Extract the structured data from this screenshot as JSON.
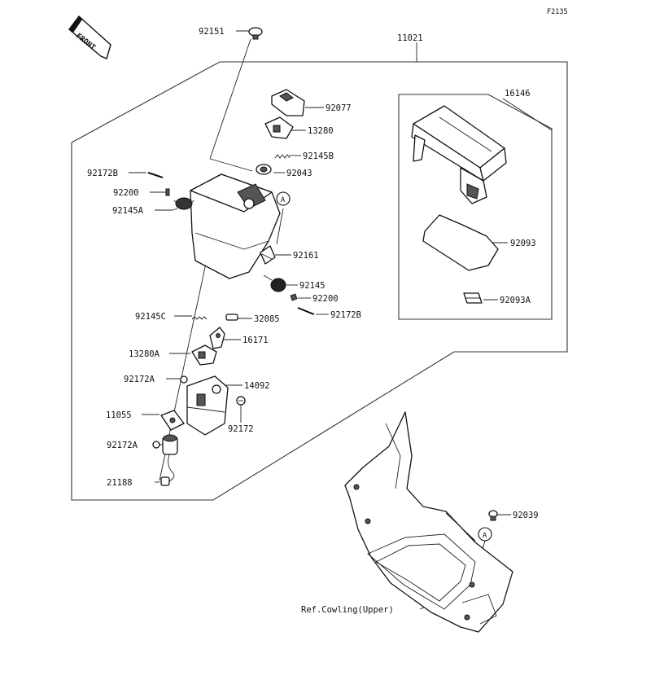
{
  "figure_code": "F2135",
  "front_tag": "FRONT",
  "callout": "A",
  "ref_label": "Ref.Cowling(Upper)",
  "parts": {
    "p92151": "92151",
    "p11021": "11021",
    "p92077": "92077",
    "p13280": "13280",
    "p16146": "16146",
    "p92145B": "92145B",
    "p92043": "92043",
    "p92172B_a": "92172B",
    "p92200_a": "92200",
    "p92145A": "92145A",
    "p92161": "92161",
    "p92093": "92093",
    "p92145": "92145",
    "p92200_b": "92200",
    "p92172B_b": "92172B",
    "p92093A": "92093A",
    "p92145C": "92145C",
    "p32085": "32085",
    "p16171": "16171",
    "p13280A": "13280A",
    "p92172A_a": "92172A",
    "p14092": "14092",
    "p11055": "11055",
    "p92172": "92172",
    "p92172A_b": "92172A",
    "p21188": "21188",
    "p92039": "92039"
  }
}
